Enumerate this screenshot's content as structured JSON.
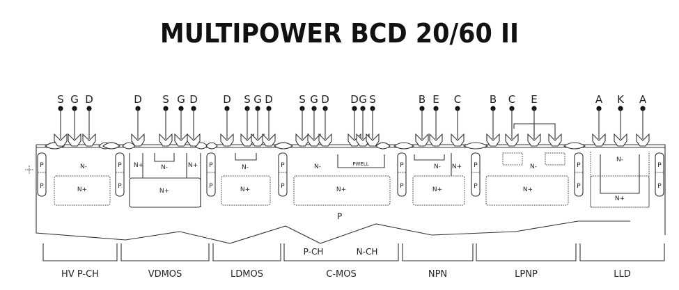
{
  "title": "MULTIPOWER BCD 20/60 II",
  "substrate_label": "P",
  "devices": [
    {
      "name": "HV P-CH",
      "terminals": [
        "S",
        "G",
        "D"
      ],
      "regions": [
        "P",
        "P",
        "N-",
        "N+",
        "P",
        "P"
      ]
    },
    {
      "name": "VDMOS",
      "terminals": [
        "D",
        "S",
        "G",
        "D"
      ],
      "regions": [
        "N+",
        "N-",
        "N+",
        "N+",
        "P",
        "P"
      ]
    },
    {
      "name": "LDMOS",
      "terminals": [
        "D",
        "S",
        "G",
        "D"
      ],
      "regions": [
        "N-",
        "N+",
        "P",
        "P"
      ]
    },
    {
      "name": "C-MOS",
      "sub_labels": [
        "P-CH",
        "N-CH"
      ],
      "terminals": [
        "S",
        "G",
        "D",
        "D",
        "G",
        "S"
      ],
      "regions": [
        "N-",
        "PWELL",
        "N+",
        "P",
        "P"
      ]
    },
    {
      "name": "NPN",
      "terminals": [
        "B",
        "E",
        "C"
      ],
      "regions": [
        "N-",
        "N+",
        "N+",
        "P",
        "P"
      ]
    },
    {
      "name": "LPNP",
      "terminals": [
        "B",
        "C",
        "E"
      ],
      "regions": [
        "N-",
        "N+",
        "P",
        "P"
      ]
    },
    {
      "name": "LLD",
      "terminals": [
        "A",
        "K",
        "A"
      ],
      "regions": [
        "N-",
        "N+",
        "P",
        "P"
      ]
    }
  ],
  "colors": {
    "line": "#333333",
    "background": "#ffffff",
    "text": "#1a1a1a"
  }
}
